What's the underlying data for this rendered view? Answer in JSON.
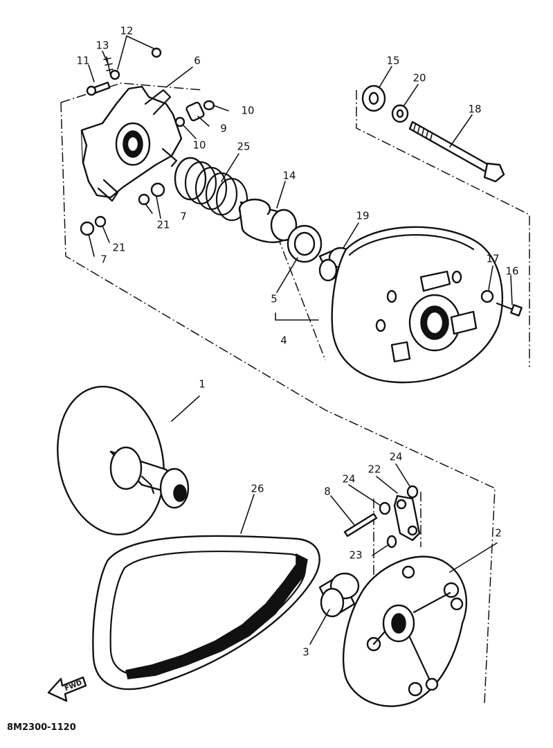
{
  "drawing_code": "8M2300-1120",
  "fwd_label": "FWD",
  "callouts": {
    "c1": "1",
    "c2": "2",
    "c3": "3",
    "c4": "4",
    "c5": "5",
    "c6": "6",
    "c7a": "7",
    "c7b": "7",
    "c8": "8",
    "c9": "9",
    "c10a": "10",
    "c10b": "10",
    "c11": "11",
    "c12": "12",
    "c13": "13",
    "c14": "14",
    "c15": "15",
    "c16": "16",
    "c17": "17",
    "c18": "18",
    "c19": "19",
    "c20": "20",
    "c21a": "21",
    "c21b": "21",
    "c22": "22",
    "c23": "23",
    "c24a": "24",
    "c24b": "24",
    "c25": "25",
    "c26": "26"
  }
}
